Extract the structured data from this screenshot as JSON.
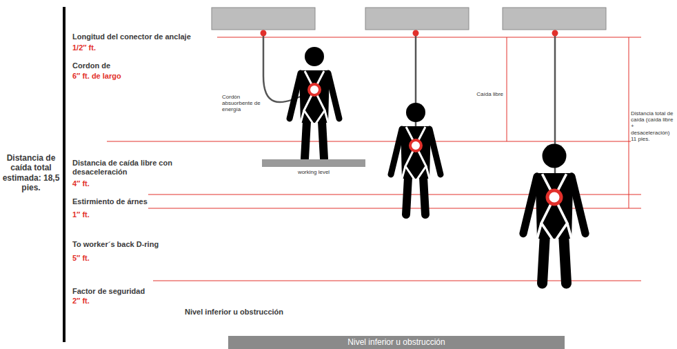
{
  "diagram": {
    "nodes": [
      {
        "text": [
          "working level"
        ]
      },
      {
        "text": [
          "Nivel inferior u obstrucción"
        ]
      }
    ],
    "labels": [
      "Longitud del conector de anclaje",
      "1/2″ ft.",
      "Cordon de",
      "6″ ft. de largo",
      "Distancia de caída libre con desaceleración",
      "4″ ft.",
      "Estirmiento de árnes",
      "1″ ft.",
      "To worker´s back D-ring",
      "5″ ft.",
      "Factor de seguridad",
      "2″ ft.",
      "Nivel inferior u obstrucción",
      "Distancia de caída total estimada: 18,5 pies.",
      "Cordón absuorbente de energía",
      "Caída libre",
      "Distancia total de caída (caída libre + desaceleración) 11 pies."
    ]
  }
}
